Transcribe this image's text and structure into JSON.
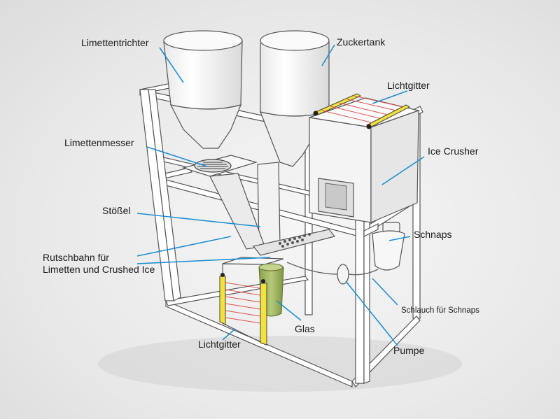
{
  "labels": {
    "limettentrichter": "Limettentrichter",
    "zuckertank": "Zuckertank",
    "lichtgitter_top": "Lichtgitter",
    "limettenmesser": "Limettenmesser",
    "ice_crusher": "Ice Crusher",
    "stoessel": "Stößel",
    "schnaps": "Schnaps",
    "rutschbahn_line1": "Rutschbahn für",
    "rutschbahn_line2": "Limetten und Crushed Ice",
    "schlauch": "Schlauch für Schnaps",
    "glas": "Glas",
    "lichtgitter_bottom": "Lichtgitter",
    "pumpe": "Pumpe"
  },
  "colors": {
    "leader": "#1e8fd0",
    "light_grid_bar": "#f2e23a",
    "light_grid_beam": "#e05050",
    "glass_liquid": "#9bb35a"
  }
}
